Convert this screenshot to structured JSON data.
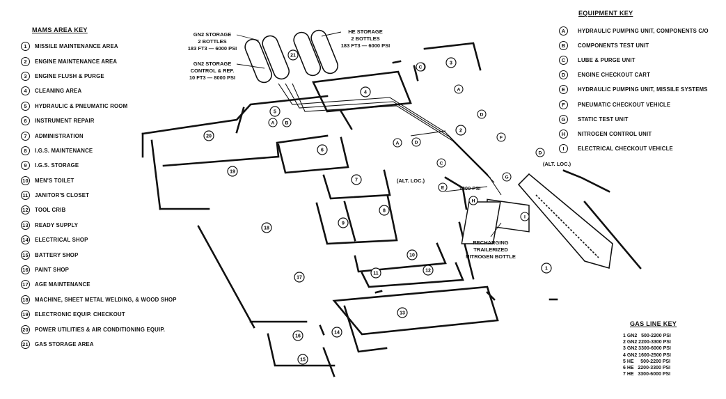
{
  "area_key": {
    "title": "MAMS AREA KEY",
    "items": [
      {
        "num": "1",
        "label": "MISSILE MAINTENANCE AREA"
      },
      {
        "num": "2",
        "label": "ENGINE MAINTENANCE AREA"
      },
      {
        "num": "3",
        "label": "ENGINE FLUSH & PURGE"
      },
      {
        "num": "4",
        "label": "CLEANING AREA"
      },
      {
        "num": "5",
        "label": "HYDRAULIC & PNEUMATIC ROOM"
      },
      {
        "num": "6",
        "label": "INSTRUMENT REPAIR"
      },
      {
        "num": "7",
        "label": "ADMINISTRATION"
      },
      {
        "num": "8",
        "label": "I.G.S. MAINTENANCE"
      },
      {
        "num": "9",
        "label": "I.G.S. STORAGE"
      },
      {
        "num": "10",
        "label": "MEN'S TOILET"
      },
      {
        "num": "11",
        "label": "JANITOR'S CLOSET"
      },
      {
        "num": "12",
        "label": "TOOL CRIB"
      },
      {
        "num": "13",
        "label": "READY SUPPLY"
      },
      {
        "num": "14",
        "label": "ELECTRICAL SHOP"
      },
      {
        "num": "15",
        "label": "BATTERY SHOP"
      },
      {
        "num": "16",
        "label": "PAINT SHOP"
      },
      {
        "num": "17",
        "label": "AGE MAINTENANCE"
      },
      {
        "num": "18",
        "label": "MACHINE, SHEET METAL WELDING, & WOOD SHOP"
      },
      {
        "num": "19",
        "label": "ELECTRONIC EQUIP. CHECKOUT"
      },
      {
        "num": "20",
        "label": "POWER UTILITIES & AIR CONDITIONING EQUIP."
      },
      {
        "num": "21",
        "label": "GAS STORAGE AREA"
      }
    ]
  },
  "equipment_key": {
    "title": "EQUIPMENT KEY",
    "items": [
      {
        "letter": "A",
        "label": "HYDRAULIC PUMPING UNIT, COMPONENTS C/O"
      },
      {
        "letter": "B",
        "label": "COMPONENTS TEST UNIT"
      },
      {
        "letter": "C",
        "label": "LUBE & PURGE UNIT"
      },
      {
        "letter": "D",
        "label": "ENGINE CHECKOUT CART"
      },
      {
        "letter": "E",
        "label": "HYDRAULIC PUMPING UNIT, MISSILE SYSTEMS"
      },
      {
        "letter": "F",
        "label": "PNEUMATIC CHECKOUT VEHICLE"
      },
      {
        "letter": "G",
        "label": "STATIC TEST UNIT"
      },
      {
        "letter": "H",
        "label": "NITROGEN CONTROL UNIT"
      },
      {
        "letter": "I",
        "label": "ELECTRICAL CHECKOUT VEHICLE"
      }
    ]
  },
  "gas_line_key": {
    "title": "GAS LINE KEY",
    "items": [
      "1 GN2   500-2200 PSI",
      "2 GN2 2200-3300 PSI",
      "3 GN2 3300-6000 PSI",
      "4 GN2 1600-2500 PSI",
      "5 HE     500-2200 PSI",
      "6 HE   2200-3300 PSI",
      "7 HE   3300-6000 PSI"
    ]
  },
  "callouts": {
    "gn2_storage": [
      "GN2 STORAGE",
      "2 BOTTLES",
      "183 FT3 — 6000 PSI"
    ],
    "he_storage": [
      "HE STORAGE",
      "2 BOTTLES",
      "183 FT3 — 6000 PSI"
    ],
    "gn2_control": [
      "GN2 STORAGE",
      "CONTROL & REF.",
      "10 FT3 — 8000 PSI"
    ],
    "alt_loc_1": "(ALT. LOC.)",
    "alt_loc_2": "(ALT. LOC.)",
    "psi_1000": "1000 PSI",
    "recharging": [
      "RECHARGING",
      "TRAILERIZED",
      "NITROGEN BOTTLE"
    ]
  },
  "plan_areas": [
    "1",
    "2",
    "3",
    "4",
    "5",
    "6",
    "7",
    "8",
    "9",
    "10",
    "11",
    "12",
    "13",
    "14",
    "15",
    "16",
    "17",
    "18",
    "19",
    "20",
    "21"
  ],
  "plan_equipment": [
    "A",
    "B",
    "C",
    "D",
    "E",
    "F",
    "G",
    "H",
    "I",
    "A",
    "C",
    "D",
    "A",
    "C",
    "D",
    "H"
  ]
}
